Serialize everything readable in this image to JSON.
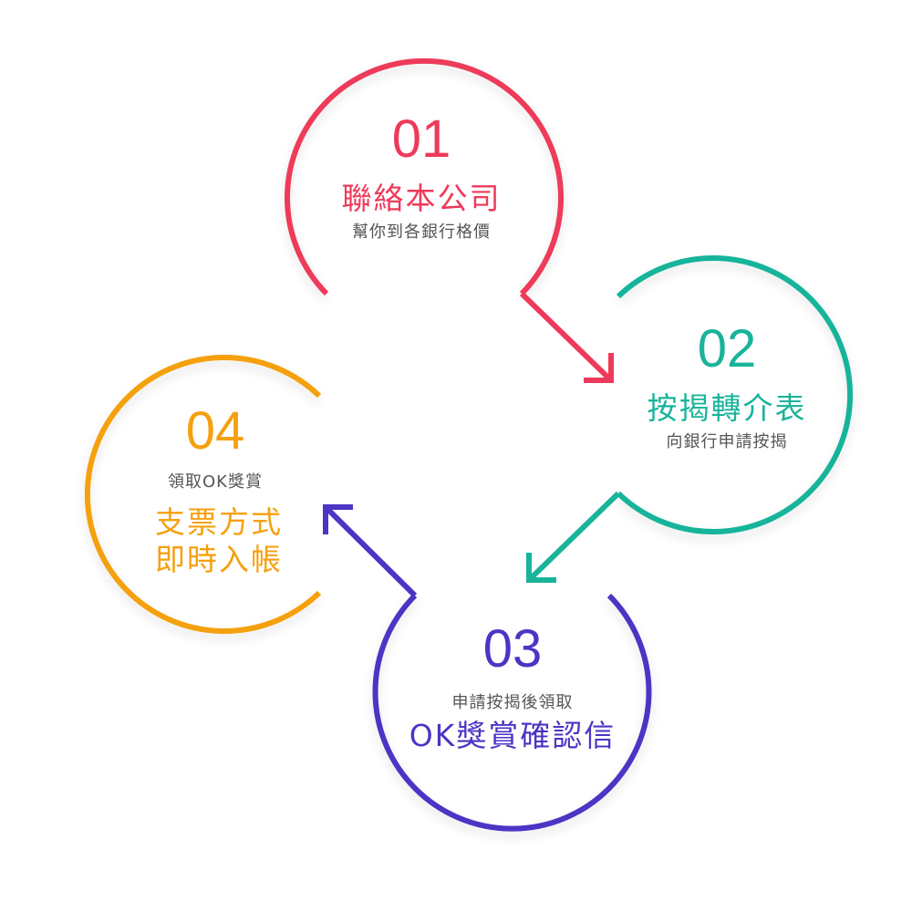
{
  "steps": [
    {
      "number": "01",
      "title": "聯絡本公司",
      "subtitle": "幫你到各銀行格價",
      "color": "#ee3a5a"
    },
    {
      "number": "02",
      "title": "按揭轉介表",
      "subtitle": "向銀行申請按揭",
      "color": "#19b49a"
    },
    {
      "number": "03",
      "title": "OK獎賞確認信",
      "subtitle": "申請按揭後領取",
      "color": "#4b35c4"
    },
    {
      "number": "04",
      "title_line1": "支票方式",
      "title_line2": "即時入帳",
      "subtitle": "領取OK獎賞",
      "color": "#f5a00f"
    }
  ]
}
